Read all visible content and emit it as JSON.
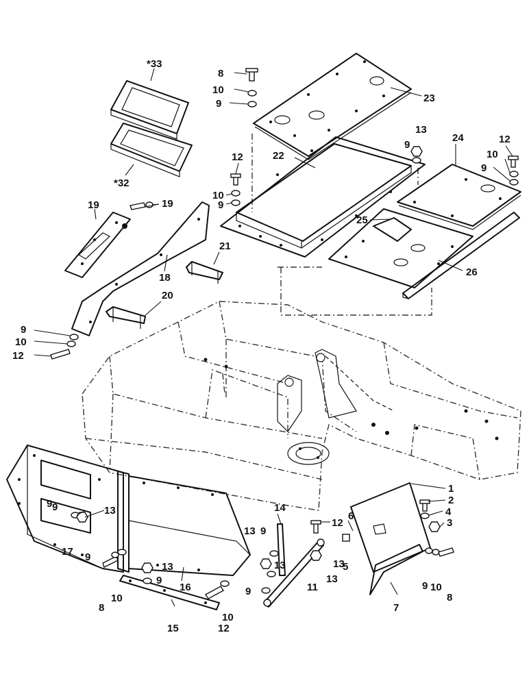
{
  "diagram": {
    "callouts": [
      {
        "id": "c33",
        "text": "*33"
      },
      {
        "id": "c32",
        "text": "*32"
      },
      {
        "id": "c8a",
        "text": "8"
      },
      {
        "id": "c10a",
        "text": "10"
      },
      {
        "id": "c9a",
        "text": "9"
      },
      {
        "id": "c23",
        "text": "23"
      },
      {
        "id": "c13a",
        "text": "13"
      },
      {
        "id": "c9b",
        "text": "9"
      },
      {
        "id": "c22",
        "text": "22"
      },
      {
        "id": "c12a",
        "text": "12"
      },
      {
        "id": "c10b",
        "text": "10"
      },
      {
        "id": "c9c",
        "text": "9"
      },
      {
        "id": "c24",
        "text": "24"
      },
      {
        "id": "c12b",
        "text": "12"
      },
      {
        "id": "c10c",
        "text": "10"
      },
      {
        "id": "c9d",
        "text": "9"
      },
      {
        "id": "c25",
        "text": "25"
      },
      {
        "id": "c26",
        "text": "26"
      },
      {
        "id": "c19a",
        "text": "19"
      },
      {
        "id": "c19b",
        "text": "19"
      },
      {
        "id": "c21",
        "text": "21"
      },
      {
        "id": "c18",
        "text": "18"
      },
      {
        "id": "c20",
        "text": "20"
      },
      {
        "id": "c9e",
        "text": "9"
      },
      {
        "id": "c10d",
        "text": "10"
      },
      {
        "id": "c12c",
        "text": "12"
      },
      {
        "id": "c1",
        "text": "1"
      },
      {
        "id": "c2",
        "text": "2"
      },
      {
        "id": "c4",
        "text": "4"
      },
      {
        "id": "c3",
        "text": "3"
      },
      {
        "id": "c6",
        "text": "6"
      },
      {
        "id": "c14",
        "text": "14"
      },
      {
        "id": "c12d",
        "text": "12"
      },
      {
        "id": "c9f",
        "text": "9"
      },
      {
        "id": "c13b",
        "text": "13"
      },
      {
        "id": "c13c",
        "text": "13"
      },
      {
        "id": "c13d",
        "text": "13"
      },
      {
        "id": "c9g",
        "text": "9"
      },
      {
        "id": "c5",
        "text": "5"
      },
      {
        "id": "c11",
        "text": "11"
      },
      {
        "id": "c13e",
        "text": "13"
      },
      {
        "id": "c9h",
        "text": "9"
      },
      {
        "id": "c17",
        "text": "17"
      },
      {
        "id": "c9i",
        "text": "9"
      },
      {
        "id": "c13f",
        "text": "13"
      },
      {
        "id": "c9j",
        "text": "9"
      },
      {
        "id": "c16",
        "text": "16"
      },
      {
        "id": "c8b",
        "text": "8"
      },
      {
        "id": "c10e",
        "text": "10"
      },
      {
        "id": "c9k",
        "text": "9"
      },
      {
        "id": "c10f",
        "text": "10"
      },
      {
        "id": "c12e",
        "text": "12"
      },
      {
        "id": "c15",
        "text": "15"
      },
      {
        "id": "c7",
        "text": "7"
      },
      {
        "id": "c9l",
        "text": "9"
      },
      {
        "id": "c10g",
        "text": "10"
      },
      {
        "id": "c8c",
        "text": "8"
      }
    ]
  }
}
